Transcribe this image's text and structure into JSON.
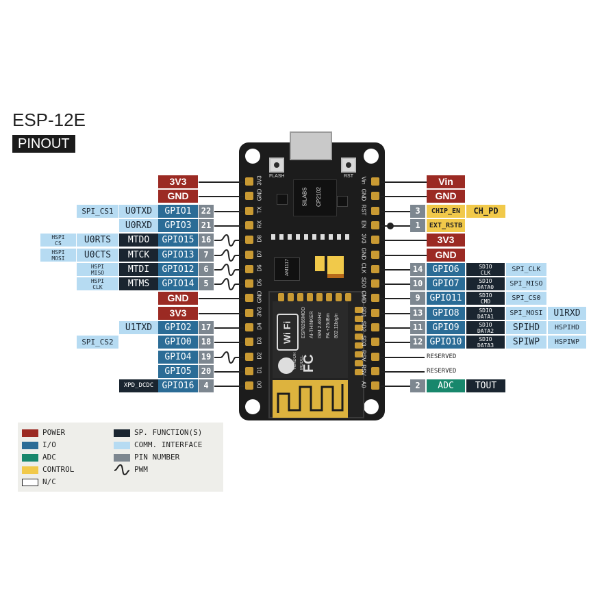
{
  "title": "ESP-12E",
  "subtitle": "PINOUT",
  "board": {
    "flash_label": "FLASH",
    "rst_label": "RST",
    "usb_chip": [
      "SILABS",
      "CP2102"
    ],
    "regulator": "AM1117",
    "module_text": [
      "ESP8266MOD",
      "AI-THINKER",
      "ISM 2.4GHz",
      "PA +25dBm",
      "802.11b/g/n"
    ],
    "module_side": [
      "MODEL",
      "VENDOR"
    ],
    "wifi_label": "Wi Fi",
    "fcc_label": "FC",
    "left_silk": [
      "3V3",
      "GND",
      "TX",
      "RX",
      "D8",
      "D7",
      "D6",
      "D5",
      "GND",
      "3V3",
      "D4",
      "D3",
      "D2",
      "D1",
      "D0"
    ],
    "right_silk": [
      "Vin",
      "GND",
      "RST",
      "EN",
      "3V3",
      "GND",
      "CLK",
      "SD0",
      "CMD",
      "SD1",
      "SD2",
      "SD3",
      "RSV",
      "RSV",
      "A0"
    ]
  },
  "left_pins": [
    {
      "power": "3V3"
    },
    {
      "power": "GND"
    },
    {
      "comm": "SPI_CS1",
      "func": "U0TXD",
      "gpio": "GPIO1",
      "num": "22"
    },
    {
      "func": "U0RXD",
      "gpio": "GPIO3",
      "num": "21"
    },
    {
      "comm2": [
        "HSPI",
        "CS"
      ],
      "comm": "U0RTS",
      "spf": "MTDO",
      "gpio": "GPIO15",
      "num": "16",
      "pwm": true
    },
    {
      "comm2": [
        "HSPI",
        "MOSI"
      ],
      "comm": "U0CTS",
      "spf": "MTCK",
      "gpio": "GPIO13",
      "num": "7",
      "pwm": true
    },
    {
      "comm2": [
        "HSPI",
        "MISO"
      ],
      "spf": "MTDI",
      "gpio": "GPIO12",
      "num": "6",
      "pwm": true
    },
    {
      "comm2": [
        "HSPI",
        "CLK"
      ],
      "spf": "MTMS",
      "gpio": "GPIO14",
      "num": "5",
      "pwm": true
    },
    {
      "power": "GND"
    },
    {
      "power": "3V3"
    },
    {
      "func": "U1TXD",
      "gpio": "GPIO2",
      "num": "17"
    },
    {
      "comm": "SPI_CS2",
      "gpio": "GPIO0",
      "num": "18"
    },
    {
      "gpio": "GPIO4",
      "num": "19",
      "pwm": true
    },
    {
      "gpio": "GPIO5",
      "num": "20"
    },
    {
      "spf": "XPD_DCDC",
      "gpio": "GPIO16",
      "num": "4"
    }
  ],
  "right_pins": [
    {
      "power": "Vin"
    },
    {
      "power": "GND"
    },
    {
      "num": "3",
      "ctrl": "CHIP_EN",
      "ctrl2": "CH_PD"
    },
    {
      "num": "1",
      "ctrl": "EXT_RSTB"
    },
    {
      "power": "3V3"
    },
    {
      "power": "GND"
    },
    {
      "num": "14",
      "gpio": "GPIO6",
      "sd": [
        "SDIO",
        "CLK"
      ],
      "comm": "SPI_CLK"
    },
    {
      "num": "10",
      "gpio": "GPIO7",
      "sd": [
        "SDIO",
        "DATA0"
      ],
      "comm": "SPI_MISO"
    },
    {
      "num": "9",
      "gpio": "GPIO11",
      "sd": [
        "SDIO",
        "CMD"
      ],
      "comm": "SPI_CS0"
    },
    {
      "num": "13",
      "gpio": "GPIO8",
      "sd": [
        "SDIO",
        "DATA1"
      ],
      "comm": "SPI_MOSI",
      "comm3": "U1RXD"
    },
    {
      "num": "11",
      "gpio": "GPIO9",
      "sd": [
        "SDIO",
        "DATA2"
      ],
      "comm": "SPIHD",
      "comm3": "HSPIHD"
    },
    {
      "num": "12",
      "gpio": "GPIO10",
      "sd": [
        "SDIO",
        "DATA3"
      ],
      "comm": "SPIWP",
      "comm3": "HSPIWP"
    },
    {
      "reserved": "RESERVED"
    },
    {
      "reserved": "RESERVED"
    },
    {
      "num": "2",
      "adc": "ADC",
      "spf": "TOUT"
    }
  ],
  "legend": [
    {
      "color": "#9b2a23",
      "label": "POWER"
    },
    {
      "color": "#2b6c96",
      "label": "I/O"
    },
    {
      "color": "#18876c",
      "label": "ADC"
    },
    {
      "color": "#f1c94a",
      "label": "CONTROL"
    },
    {
      "color": "#ffffff",
      "label": "N/C"
    },
    {
      "color": "#1a2530",
      "label": "SP. FUNCTION(S)"
    },
    {
      "color": "#b6dbf2",
      "label": "COMM. INTERFACE"
    },
    {
      "color": "#7d8790",
      "label": "PIN NUMBER"
    },
    {
      "icon": "pwm",
      "label": "PWM"
    }
  ],
  "colors": {
    "power": "#9b2a23",
    "io": "#2b6c96",
    "adc": "#18876c",
    "control": "#f1c94a",
    "special": "#1a2530",
    "comm": "#b6dbf2",
    "pin_number": "#7d8790"
  }
}
